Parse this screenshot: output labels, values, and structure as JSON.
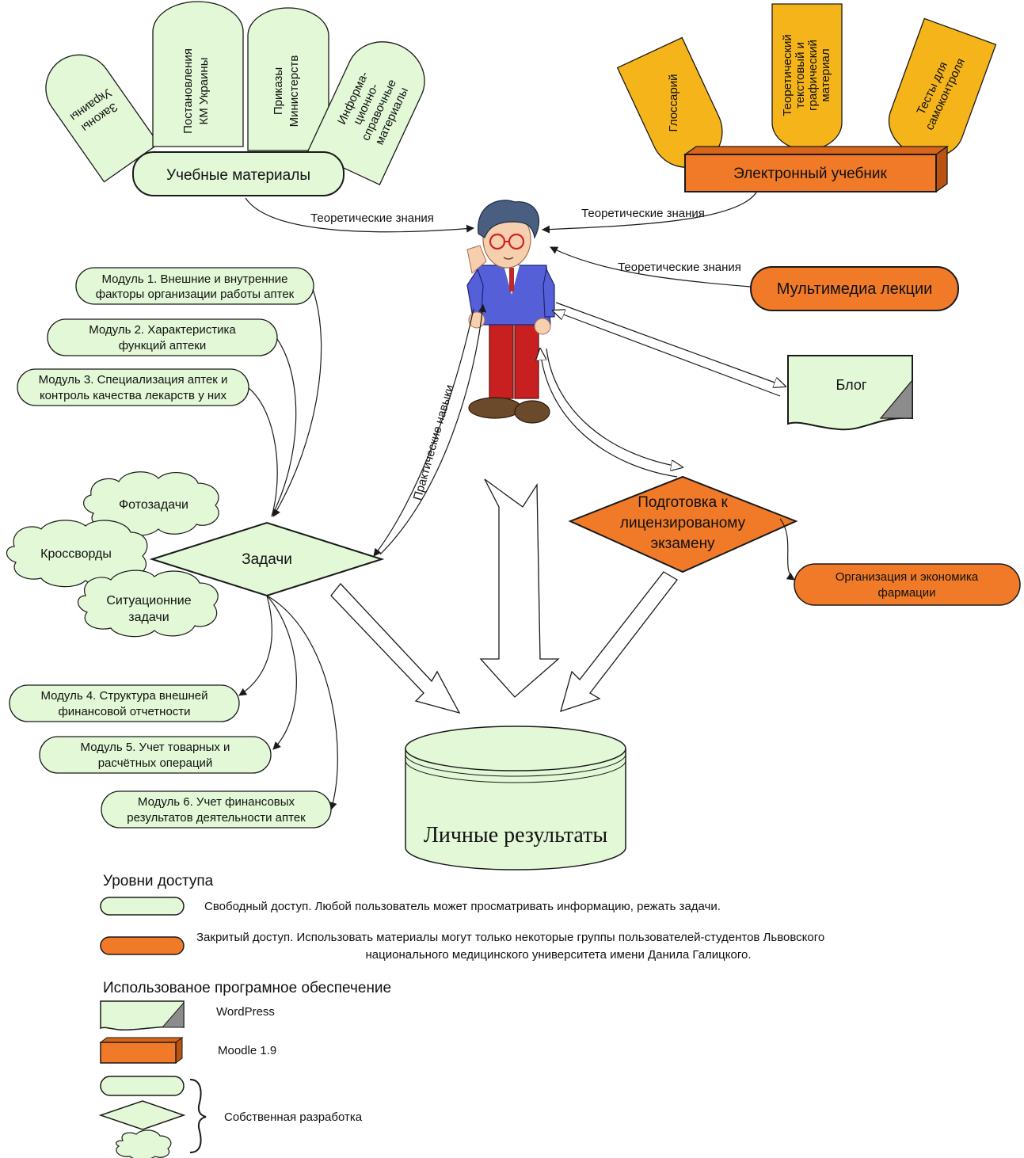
{
  "colors": {
    "green_fill": "#e2f8d6",
    "orange_fill": "#f07a28",
    "yellow_fill": "#f4b41a",
    "stroke": "#1a1a1a"
  },
  "study_materials": {
    "title": "Учебные материалы",
    "petals": [
      [
        "Законы",
        "Украины"
      ],
      [
        "Постановления",
        "КМ Украины"
      ],
      [
        "Приказы",
        "Министерств"
      ],
      [
        "Информа-",
        "ционно-",
        "справочные",
        "материалы"
      ]
    ]
  },
  "ebook": {
    "title": "Электронный учебник",
    "petals": [
      [
        "Глоссарий"
      ],
      [
        "Теоретический",
        "текстовый и",
        "графический",
        "материал"
      ],
      [
        "Тесты для",
        "самоконтроля"
      ]
    ]
  },
  "multimedia": "Мультимедиа лекции",
  "blog": "Блог",
  "edge_labels": {
    "theory_left": "Теоретические знания",
    "theory_right": "Теоретические знания",
    "theory_multimedia": "Теоретические знания",
    "practical": "Практические навыки"
  },
  "modules_top": [
    [
      "Модуль 1. Внешние и внутренние",
      "факторы организации работы аптек"
    ],
    [
      "Модуль 2. Характеристика",
      "функций  аптеки"
    ],
    [
      "Модуль 3. Специализация аптек и",
      "контроль качества лекарств у них"
    ]
  ],
  "tasks": "Задачи",
  "clouds": {
    "photo": [
      "Фотозадачи"
    ],
    "crossword": [
      "Кроссворды"
    ],
    "situational": [
      "Ситуационние",
      "задачи"
    ]
  },
  "modules_bottom": [
    [
      "Модуль 4. Структура внешней",
      "финансовой отчетности"
    ],
    [
      "Модуль 5. Учет товарных и",
      "расчётных операций"
    ],
    [
      "Модуль 6. Учет финансовых",
      "результатов деятельности аптек"
    ]
  ],
  "exam": [
    "Подготовка к",
    "лицензированому",
    "экзамену"
  ],
  "org_econ": [
    "Организация и экономика",
    "фармации"
  ],
  "results": "Личные результаты",
  "legend": {
    "access_title": "Уровни доступа",
    "free_access": "Свободный доступ. Любой пользователь может просматривать информацию, режать задачи.",
    "closed_access": [
      "Закритый доступ. Использовать материалы могут только некоторые группы пользователей-студентов Львовского",
      "национального медицинского университета имени Данила Галицкого."
    ],
    "software_title": "Использованое програмное обеспечение",
    "wordpress": "WordPress",
    "moodle": "Moodle 1.9",
    "own": "Собственная разработка"
  }
}
